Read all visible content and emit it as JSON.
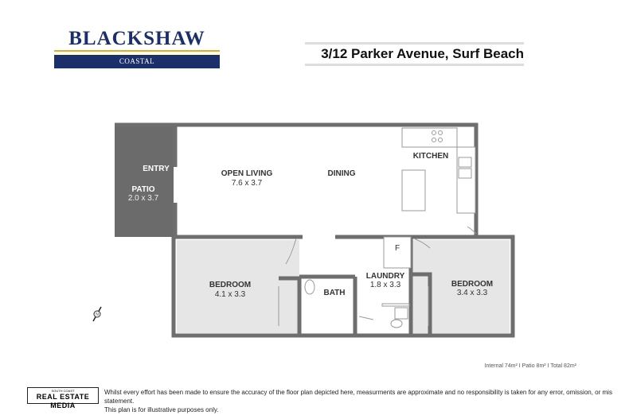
{
  "brand": {
    "name": "BLACKSHAW",
    "sub": "COASTAL",
    "navy": "#1b2f6b",
    "gold": "#f0a81c"
  },
  "address": "3/12 Parker Avenue, Surf Beach",
  "rooms": {
    "entry": "ENTRY",
    "patio": {
      "name": "PATIO",
      "dims": "2.0 x 3.7"
    },
    "living": {
      "name": "OPEN LIVING",
      "dims": "7.6 x 3.7"
    },
    "dining": "DINING",
    "kitchen": "KITCHEN",
    "bedroom1": {
      "name": "BEDROOM",
      "dims": "4.1 x 3.3"
    },
    "bath": "BATH",
    "laundry": {
      "name": "LAUNDRY",
      "dims": "1.8 x 3.3"
    },
    "fridge": "F",
    "bedroom2": {
      "name": "BEDROOM",
      "dims": "3.4 x 3.3"
    }
  },
  "compass": "N",
  "areas": "Internal 74m²  I  Patio  8m² I Total 82m²",
  "footer": {
    "logo_small": "SOUTH COAST",
    "logo_big": "REAL ESTATE MEDIA",
    "disclaimer_1": "Whilst every effort has been made to ensure the accuracy of the floor plan depicted here, measurments are approximate and no responsibility is taken for any error, omission, or mis statement.",
    "disclaimer_2": "This plan is for illustrative purposes only."
  },
  "colors": {
    "wall": "#6e6e6e",
    "patio": "#6b6b6b",
    "bedroom_fill": "#e6e6e6"
  }
}
